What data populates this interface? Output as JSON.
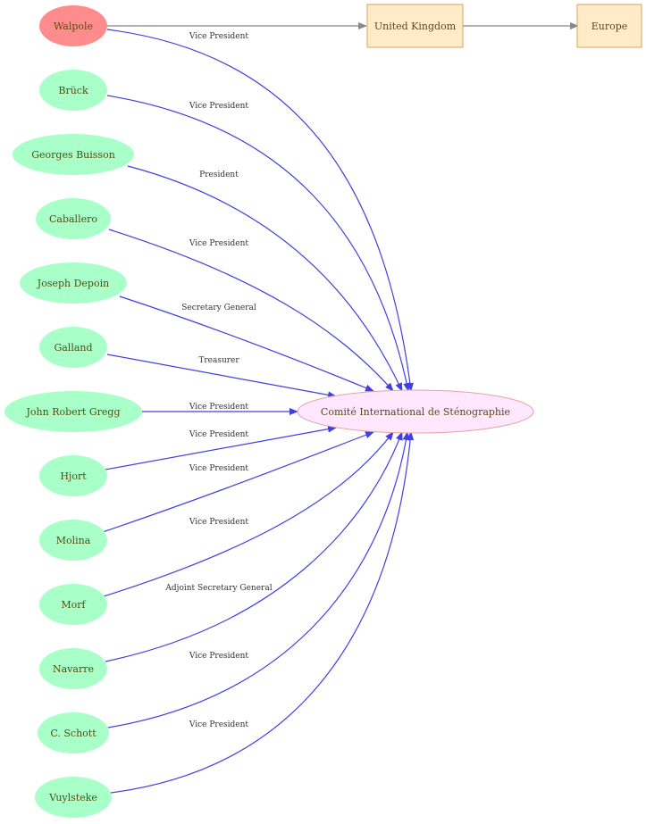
{
  "colors": {
    "person_fill": "#a8ffc8",
    "highlight_fill": "#ff8c8c",
    "place_fill": "#ffebc8",
    "place_stroke": "#d9a35a",
    "org_fill": "#ffe8ff",
    "org_stroke": "#e8a0a0",
    "edge_blue": "#4040e0",
    "edge_gray": "#888888",
    "text": "#5a4a12"
  },
  "nodes": {
    "walpole": "Walpole",
    "bruck": "Brück",
    "buisson": "Georges Buisson",
    "caballero": "Caballero",
    "depoin": "Joseph Depoin",
    "galland": "Galland",
    "gregg": "John Robert Gregg",
    "hjort": "Hjort",
    "molina": "Molina",
    "morf": "Morf",
    "navarre": "Navarre",
    "schott": "C. Schott",
    "vuylsteke": "Vuylsteke",
    "uk": "United Kingdom",
    "europe": "Europe",
    "comite": "Comité International de Sténographie"
  },
  "edge_labels": {
    "walpole": "Vice President",
    "bruck": "Vice President",
    "buisson": "President",
    "caballero": "Vice President",
    "depoin": "Secretary General",
    "galland": "Treasurer",
    "gregg": "Vice President",
    "hjort": "Vice President",
    "molina": "Vice President",
    "morf": "Vice President",
    "navarre": "Adjoint Secretary General",
    "schott": "Vice President",
    "vuylsteke": "Vice President"
  }
}
